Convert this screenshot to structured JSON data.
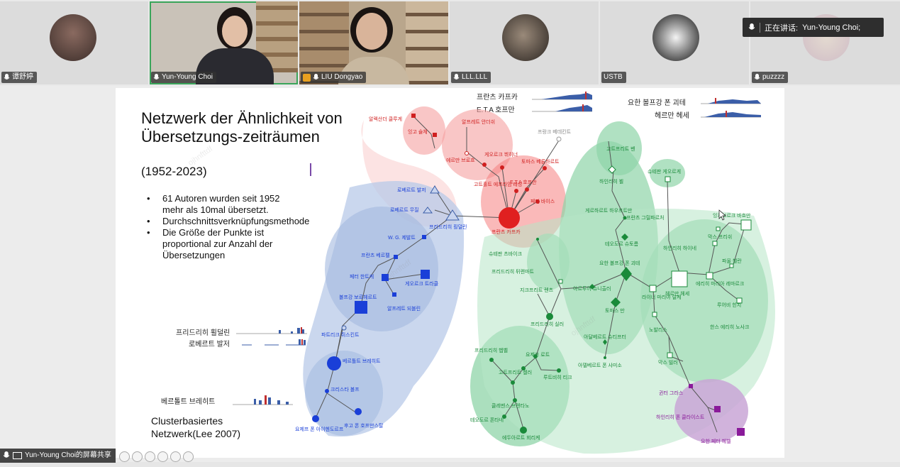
{
  "participants": [
    {
      "name": "谭舒婷",
      "active": false
    },
    {
      "name": "Yun-Young Choi",
      "active": true
    },
    {
      "name": "LIU Dongyao",
      "active": false
    },
    {
      "name": "LLL.LLL",
      "active": false
    },
    {
      "name": "USTB",
      "active": false
    },
    {
      "name": "puzzzz",
      "active": false
    }
  ],
  "speaking_banner": {
    "label": "正在讲话:",
    "name": "Yun-Young Choi;"
  },
  "share_label": "Yun-Young Choi的屏幕共享",
  "slide": {
    "title": "Netzwerk der Ähnlichkeit von Übersetzungs-zeiträumen",
    "years": "(1952-2023)",
    "bullets": [
      "61 Autoren wurden seit 1952 mehr als 10mal übersetzt.",
      "Durchschnittsverknüpfungsmethode",
      "Die Größe der Punkte ist proportional zur Anzahl der Übersetzungen"
    ],
    "cluster_label": "Clusterbasiertes Netzwerk(Lee 2007)",
    "spark_labels_left": [
      "프리드리히 횔덜린",
      "로베르트 발저",
      "베르톨트 브레히트"
    ],
    "spark_labels_top": [
      "프란츠 카프카",
      "E.T.A 호프만",
      "요한 볼프강 폰 괴테",
      "헤르만 헤세"
    ]
  },
  "network": {
    "red": [
      "알렉산더 클루게",
      "잉고 슐체",
      "알프레트 안더쉬",
      "에르만 브로흐",
      "게오르크 뷔히너",
      "E.T.A 호프만",
      "고트홀트 에프라임 레싱",
      "프란츠 카프카",
      "페터 바이스",
      "토마스 베른하르트",
      "프랑크 베데킨트"
    ],
    "blue": [
      "로베르트 발저",
      "로베르트 무질",
      "프리드리히 횔덜린",
      "W. G. 제발트",
      "프란츠 베르펠",
      "페터 한트케",
      "게오르크 트라클",
      "볼프강 보르헤르트",
      "알프레트 되블린",
      "파트리크 쥐스킨트",
      "베르톨트 브레히트",
      "크리스타 볼프",
      "요제프 폰 아이헨도르프",
      "후고 폰 호프만스탈"
    ],
    "green": [
      "고트프리트 벤",
      "하인리히 뵐",
      "슈테판 게오르게",
      "게르하르트 하우프트만",
      "프란츠 그릴파르처",
      "테오도르 슈토름",
      "요한 볼프강 폰 괴테",
      "아르투어 슈니츨러",
      "토마스 만",
      "슈테판 츠바이크",
      "프리드리히 뒤렌마트",
      "지크프리트 렌츠",
      "프리드리히 실러",
      "아달베르트 슈티프터",
      "아델베르트 폰 샤미소",
      "프리드리히 헵벨",
      "요제프 로트",
      "루트비히 티크",
      "고트프리트 켈러",
      "클레멘스 브렌타노",
      "테오도르 폰타네",
      "에두아르트 뫼리케",
      "하인리히 하이네",
      "헤르만 헤세",
      "라이너 마리아 릴케",
      "에리히 마리아 레마르크",
      "노발리스",
      "막스 프리쉬",
      "파울 첼란",
      "루어비 힌치",
      "한스 에리히 노사크",
      "막스 빌러",
      "잉게보르크 바흐만"
    ],
    "purple": [
      "귄터 그라스",
      "하인리히 폰 클라이스트",
      "요한 페터 헤벨"
    ]
  },
  "colors": {
    "tile_active": "#3aa55a",
    "red_cluster": "#f08080",
    "blue_cluster": "#b0c4e8",
    "green_cluster": "#8fd4a8",
    "purple_cluster": "#c9a6d6"
  }
}
